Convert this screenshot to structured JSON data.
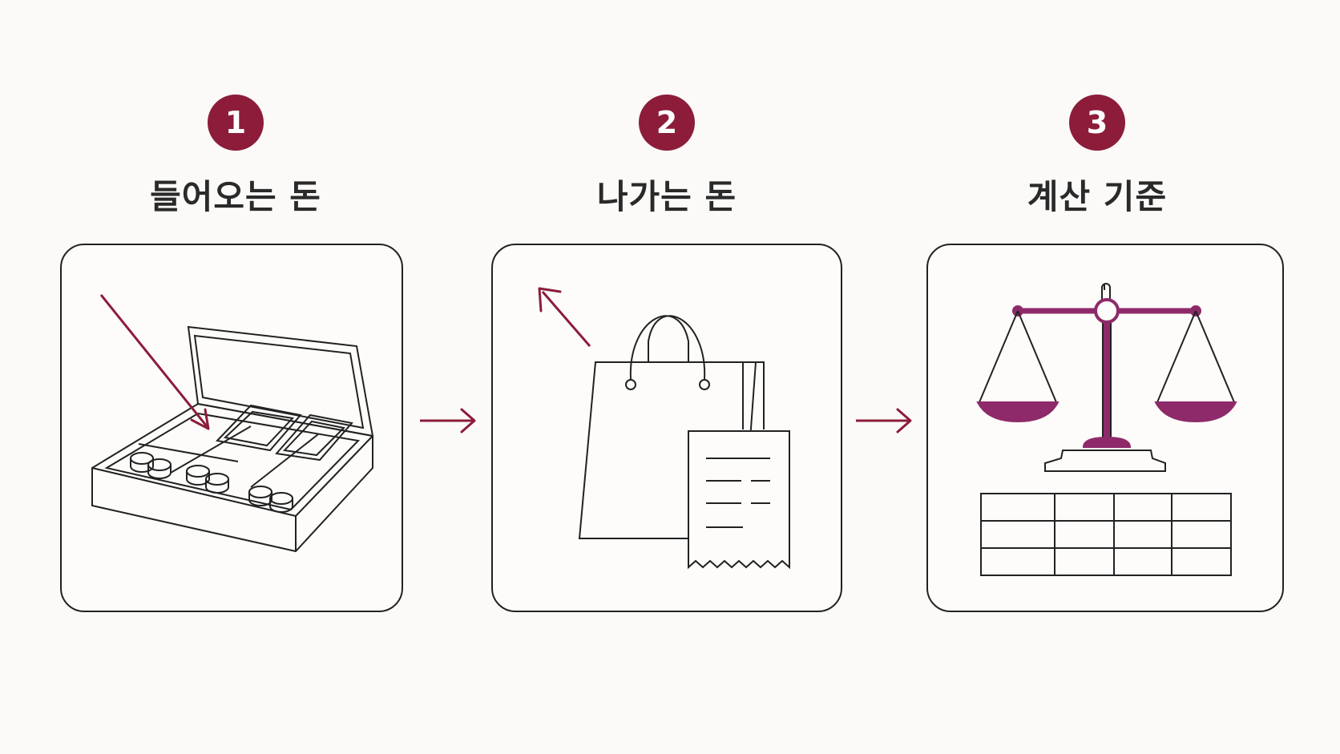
{
  "colors": {
    "accent": "#8c1c3a",
    "accent_purple": "#8e2a6a",
    "ink": "#222222",
    "background": "#fbfaf8"
  },
  "steps": [
    {
      "number": "1",
      "title": "들어오는 돈",
      "icon": "cash-box-icon"
    },
    {
      "number": "2",
      "title": "나가는 돈",
      "icon": "shopping-bag-receipt-icon"
    },
    {
      "number": "3",
      "title": "계산 기준",
      "icon": "balance-scale-table-icon"
    }
  ]
}
